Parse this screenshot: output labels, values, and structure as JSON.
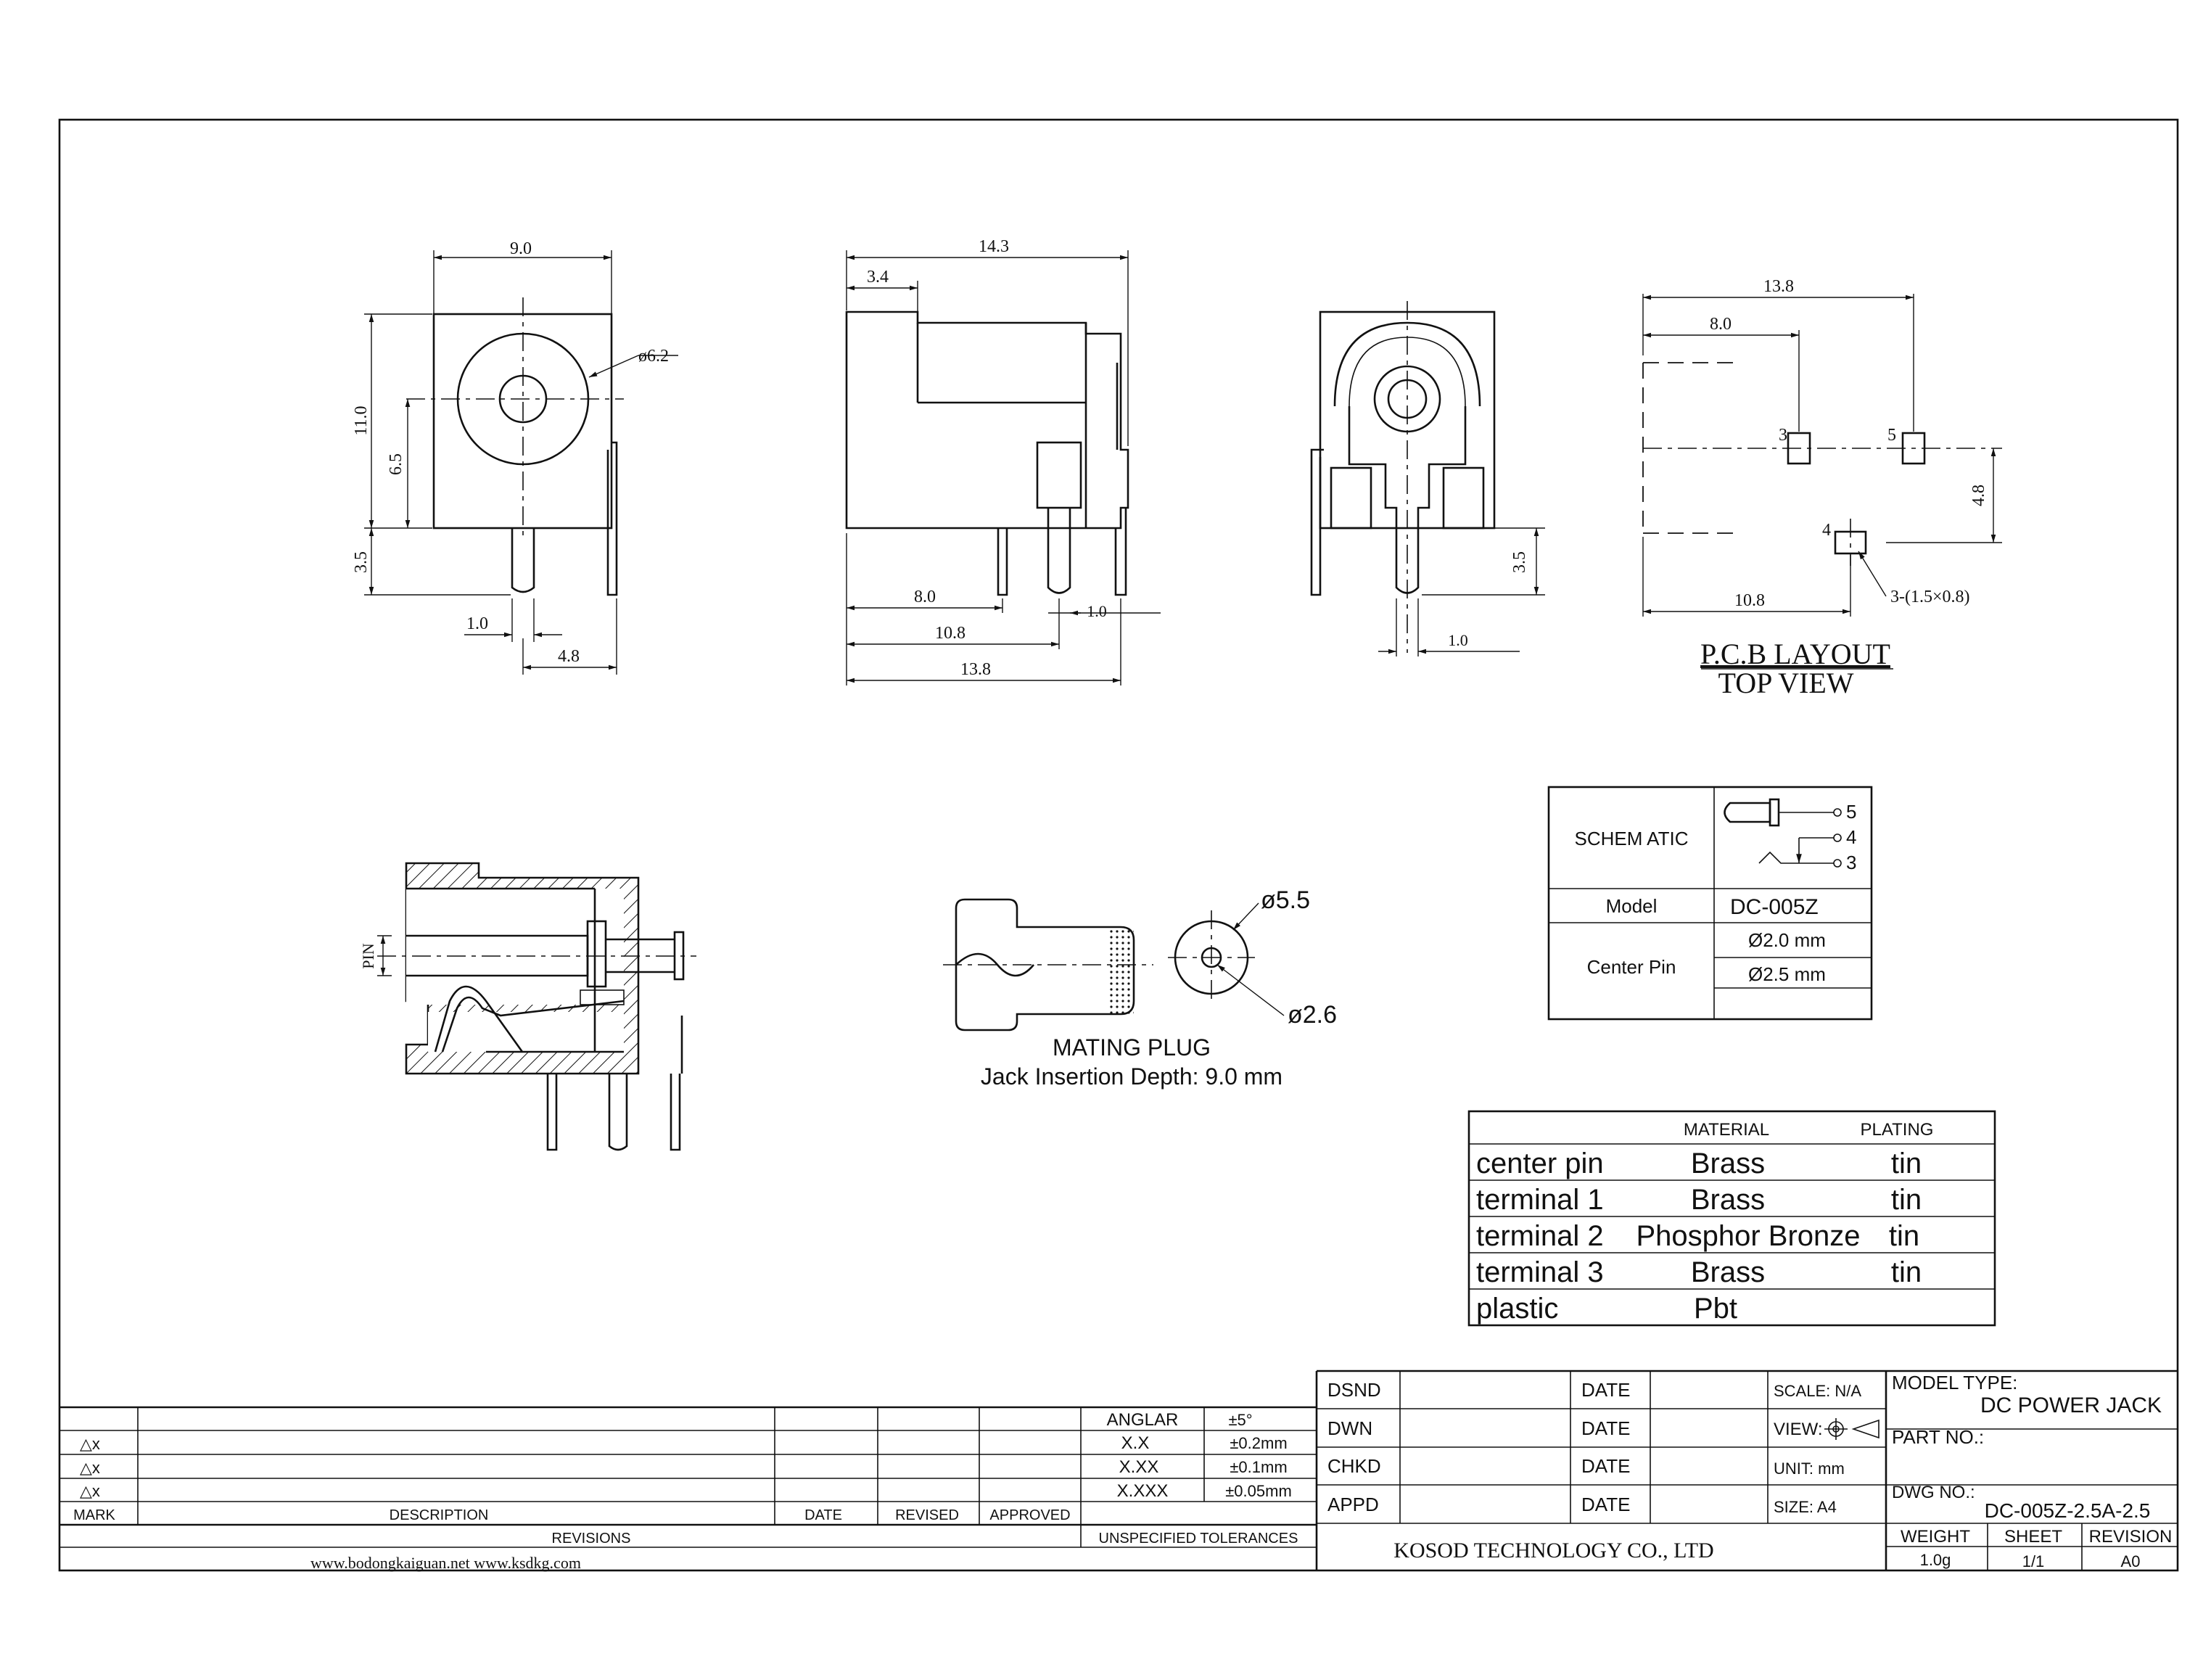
{
  "dimensions": {
    "front_width": "9.0",
    "front_dia": "ø6.2",
    "front_height": "11.0",
    "front_center": "6.5",
    "front_pin": "3.5",
    "front_pin_w": "1.0",
    "front_pin_off": "4.8",
    "side_len": "14.3",
    "side_flange": "3.4",
    "side_8": "8.0",
    "side_108": "10.8",
    "side_138": "13.8",
    "side_pin_w": "1.0",
    "rear_pin": "3.5",
    "rear_pin_w": "1.0",
    "pcb_138": "13.8",
    "pcb_8": "8.0",
    "pcb_48": "4.8",
    "pcb_108": "10.8",
    "pcb_hole": "3-(1.5×0.8)",
    "pcb_p3": "3",
    "pcb_p5": "5",
    "pcb_p4": "4"
  },
  "pcb_title": "P.C.B LAYOUT",
  "pcb_subtitle": "TOP VIEW",
  "section_label": "PIN",
  "plug": {
    "dia_outer": "ø5.5",
    "dia_inner": "ø2.6",
    "title": "MATING PLUG",
    "subtitle": "Jack Insertion Depth: 9.0 mm"
  },
  "schematic": {
    "label": "SCHEM ATIC",
    "pins": [
      "5",
      "4",
      "3"
    ],
    "model_label": "Model",
    "model_value": "DC-005Z",
    "center_pin_label": "Center Pin",
    "center_pin_values": [
      "Ø2.0 mm",
      "Ø2.5 mm"
    ]
  },
  "materials": {
    "header_material": "MATERIAL",
    "header_plating": "PLATING",
    "rows": [
      {
        "part": "center pin",
        "material": "Brass",
        "plating": "tin"
      },
      {
        "part": "terminal 1",
        "material": "Brass",
        "plating": "tin"
      },
      {
        "part": "terminal 2",
        "material": "Phosphor Bronze",
        "plating": "tin"
      },
      {
        "part": "terminal 3",
        "material": "Brass",
        "plating": "tin"
      },
      {
        "part": "plastic",
        "material": "Pbt",
        "plating": ""
      }
    ]
  },
  "revisions": {
    "marks": [
      "△x",
      "△x",
      "△x"
    ],
    "headers": {
      "mark": "MARK",
      "description": "DESCRIPTION",
      "date": "DATE",
      "revised": "REVISED",
      "approved": "APPROVED"
    },
    "footer": "REVISIONS",
    "websites": "www.bodongkaiguan.net      www.ksdkg.com"
  },
  "tolerances": {
    "rows": [
      {
        "k": "ANGLAR",
        "v": "±5°"
      },
      {
        "k": "X.X",
        "v": "±0.2mm"
      },
      {
        "k": "X.XX",
        "v": "±0.1mm"
      },
      {
        "k": "X.XXX",
        "v": "±0.05mm"
      }
    ],
    "footer": "UNSPECIFIED TOLERANCES"
  },
  "title_block": {
    "roles": [
      "DSND",
      "DWN",
      "CHKD",
      "APPD"
    ],
    "date_label": "DATE",
    "scale": "SCALE: N/A",
    "view": "VIEW:",
    "unit": "UNIT: mm",
    "size": "SIZE: A4",
    "company": "KOSOD TECHNOLOGY CO., LTD",
    "model_type_label": "MODEL TYPE:",
    "model_type_value": "DC POWER JACK",
    "part_no_label": "PART NO.:",
    "dwg_no_label": "DWG NO.:",
    "dwg_no_value": "DC-005Z-2.5A-2.5",
    "weight_label": "WEIGHT",
    "weight_value": "1.0g",
    "sheet_label": "SHEET",
    "sheet_value": "1/1",
    "revision_label": "REVISION",
    "revision_value": "A0"
  }
}
